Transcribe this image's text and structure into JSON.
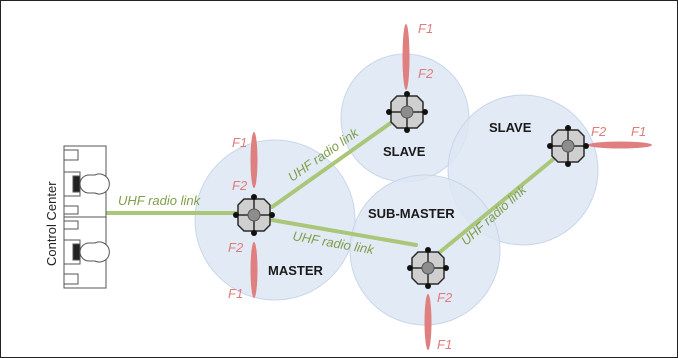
{
  "colors": {
    "coverage": "#dde6f3",
    "link": "#a9c679",
    "link_text": "#7f9e4c",
    "antenna": "#e07f80",
    "freq_text": "#e07b7b",
    "node_fill": "#cfcfcf",
    "node_stroke": "#2a2a2a"
  },
  "control_center": {
    "label": "Control Center",
    "icon": "control-center-console-icon"
  },
  "links": {
    "cc_master": "UHF radio link",
    "master_slave": "UHF radio link",
    "master_submaster": "UHF radio link",
    "submaster_slave": "UHF radio link"
  },
  "nodes": {
    "master": {
      "name": "MASTER",
      "f1_top": "F1",
      "f2_top": "F2",
      "f2_bottom": "F2",
      "f1_bottom": "F1"
    },
    "slave_top": {
      "name": "SLAVE",
      "f1": "F1",
      "f2": "F2"
    },
    "slave_right": {
      "name": "SLAVE",
      "f2": "F2",
      "f1": "F1"
    },
    "submaster": {
      "name": "SUB-MASTER",
      "f2": "F2",
      "f1": "F1"
    }
  }
}
